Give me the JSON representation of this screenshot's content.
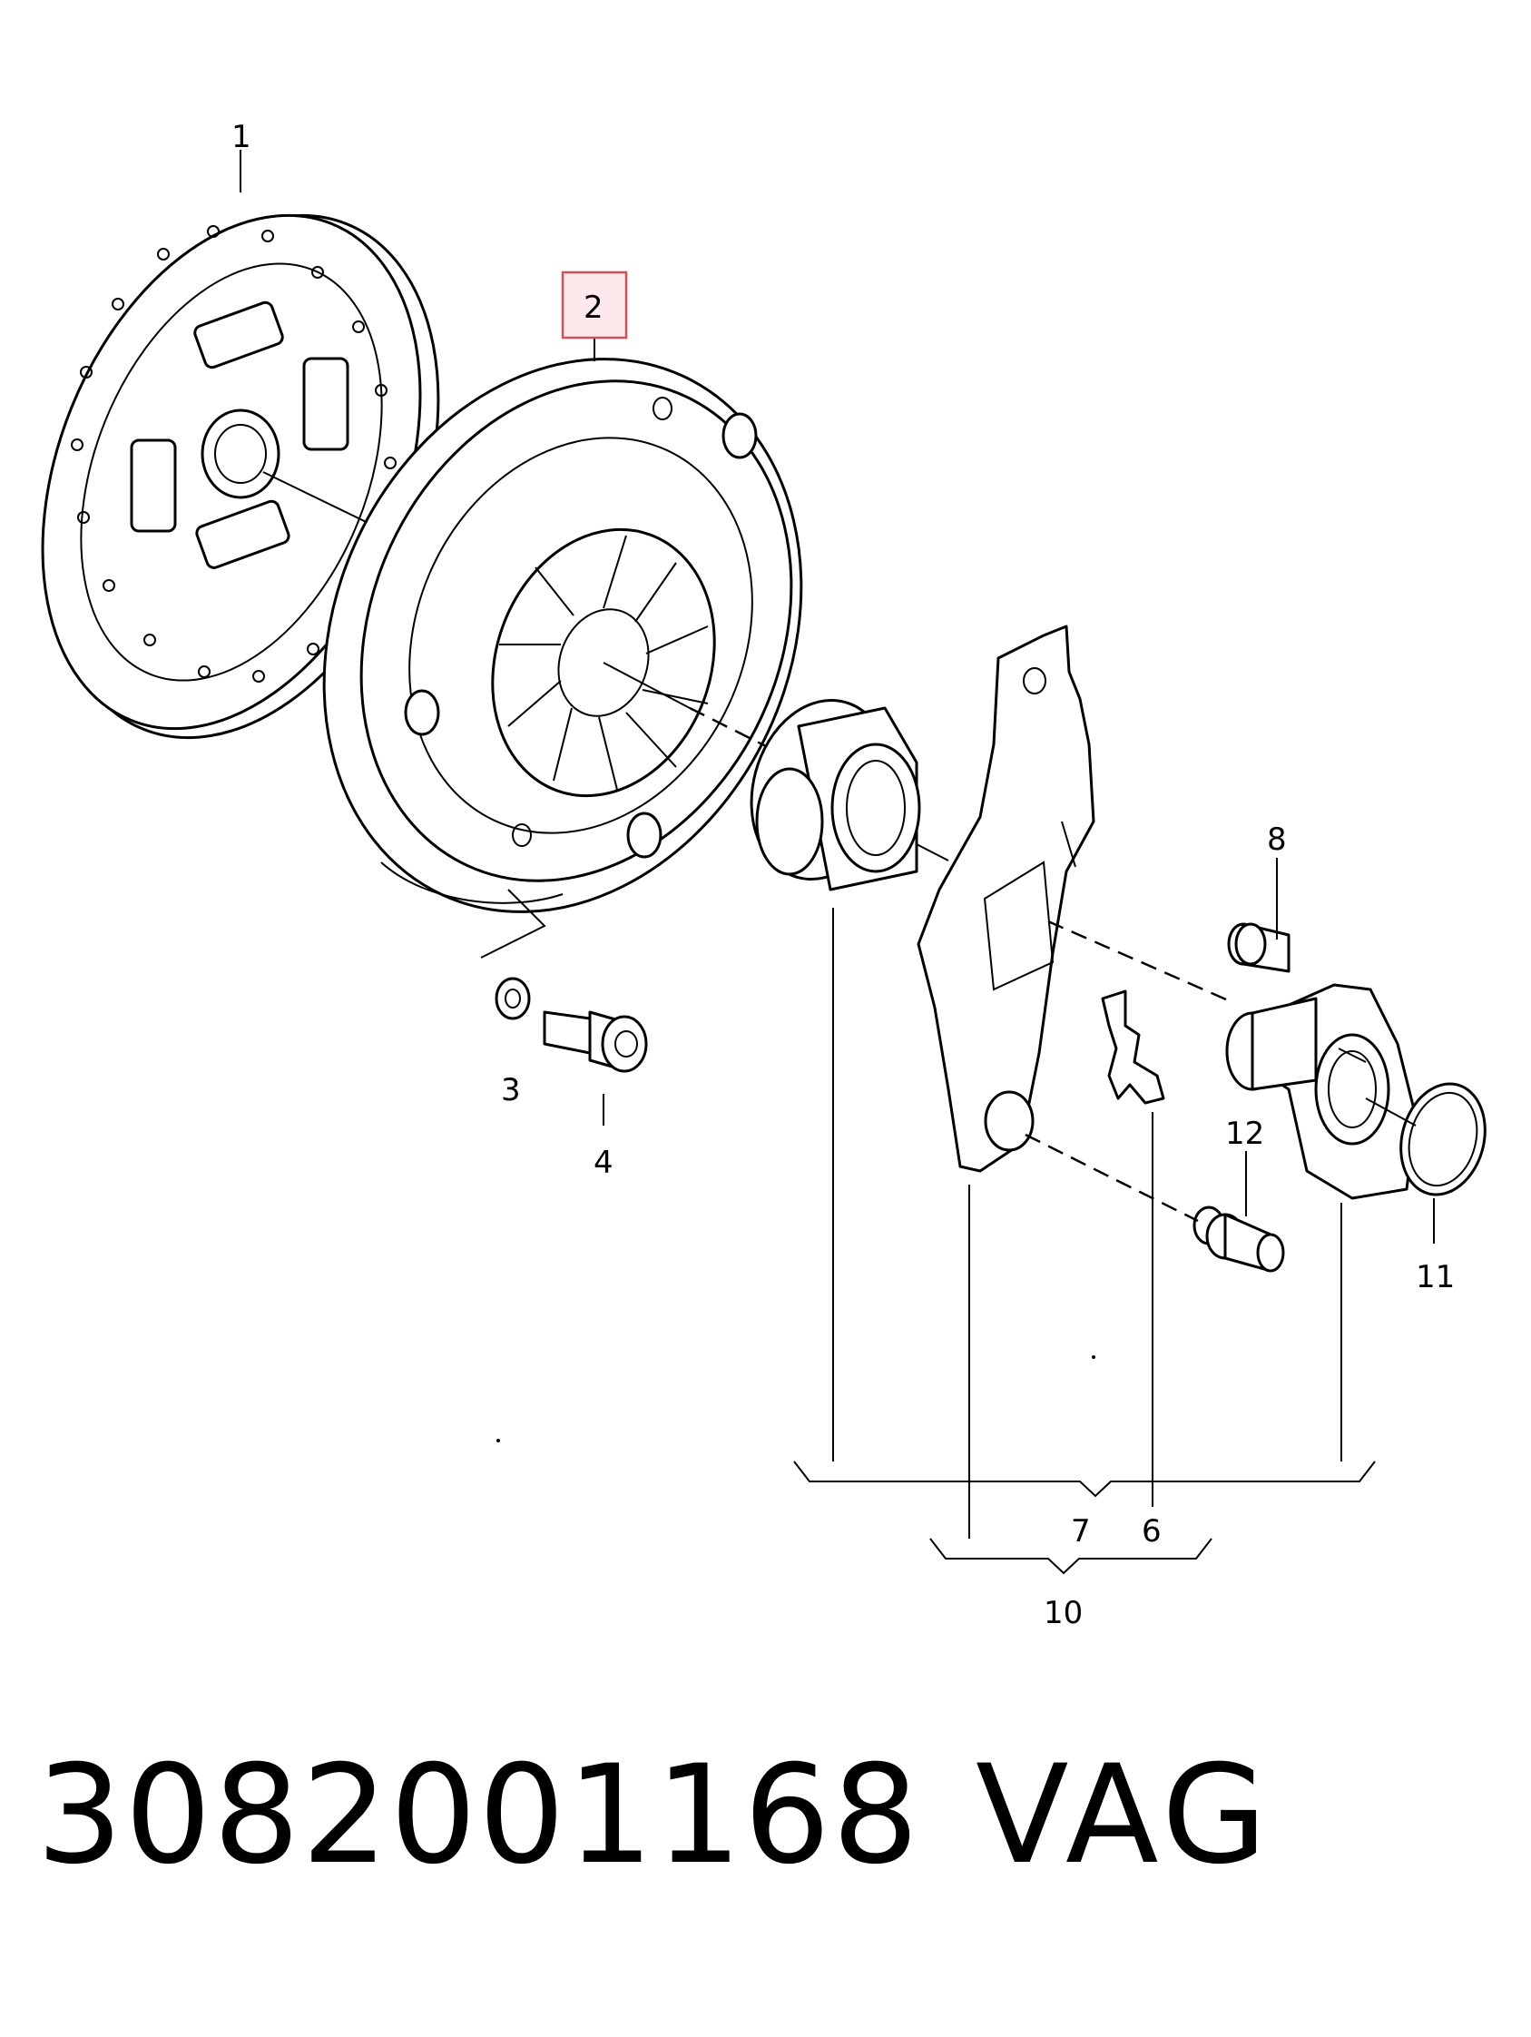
{
  "callouts": {
    "c1": "1",
    "c2": "2",
    "c3": "3",
    "c4": "4",
    "c6": "6",
    "c7": "7",
    "c8": "8",
    "c10": "10",
    "c11": "11",
    "c12": "12"
  },
  "highlighted_callout": "2",
  "highlight_color": "#d0505a",
  "footer": {
    "part_number": "3082001168",
    "brand": "VAG"
  }
}
